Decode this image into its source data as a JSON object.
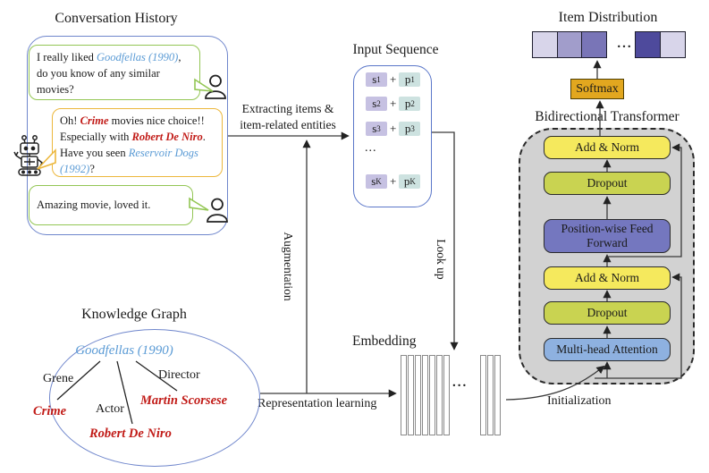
{
  "conversation": {
    "title": "Conversation History",
    "messages": [
      {
        "speaker": "user",
        "parts": [
          {
            "t": "I really liked "
          },
          {
            "t": "Goodfellas (1990)",
            "c": "movie"
          },
          {
            "t": ", do you know of any similar movies?"
          }
        ]
      },
      {
        "speaker": "agent",
        "parts": [
          {
            "t": "Oh! "
          },
          {
            "t": "Crime",
            "c": "entity"
          },
          {
            "t": " movies nice choice!! Especially with "
          },
          {
            "t": "Robert De Niro",
            "c": "entity"
          },
          {
            "t": ". Have you seen "
          },
          {
            "t": "Reservoir Dogs (1992)",
            "c": "movie"
          },
          {
            "t": "?"
          }
        ]
      },
      {
        "speaker": "user",
        "parts": [
          {
            "t": "Amazing movie, loved it."
          }
        ]
      }
    ]
  },
  "pipeline_labels": {
    "extracting_line1": "Extracting items &",
    "extracting_line2": "item-related entities",
    "augmentation": "Augmentation",
    "look_up": "Look up",
    "representation_learning": "Representation learning",
    "initialization": "Initialization"
  },
  "input_sequence": {
    "title": "Input Sequence",
    "s_base": "s",
    "p_base": "p",
    "plus": "+",
    "subscripts": [
      "1",
      "2",
      "3",
      "K"
    ],
    "ellipsis": "...",
    "s_color": "#c6c1e2",
    "p_color": "#cde2e0"
  },
  "embedding": {
    "label": "Embedding",
    "left_bar_count": 7,
    "right_bar_count": 3,
    "ellipsis": "..."
  },
  "item_distribution": {
    "title": "Item Distribution",
    "cells": [
      "#d8d5ea",
      "#a19dcb",
      "#7975b7",
      "#4e4a9c",
      "#d8d5ea"
    ],
    "ellipsis": "..."
  },
  "softmax": {
    "label": "Softmax",
    "color": "#e2a71f"
  },
  "transformer": {
    "title": "Bidirectional Transformer",
    "layers": [
      {
        "label": "Add & Norm",
        "color": "#f5e95d"
      },
      {
        "label": "Dropout",
        "color": "#c9d351"
      },
      {
        "label": "Position-wise Feed Forward",
        "color": "#7477bf"
      },
      {
        "label": "Add & Norm",
        "color": "#f5e95d"
      },
      {
        "label": "Dropout",
        "color": "#c9d351"
      },
      {
        "label": "Multi-head Attention",
        "color": "#8eb1e0"
      }
    ]
  },
  "knowledge_graph": {
    "title": "Knowledge Graph",
    "root": "Goodfellas (1990)",
    "edge_labels": {
      "genre": "Grene",
      "actor": "Actor",
      "director": "Director"
    },
    "nodes": {
      "genre_value": "Crime",
      "actor_value": "Robert De Niro",
      "director_value": "Martin Scorsese"
    }
  }
}
